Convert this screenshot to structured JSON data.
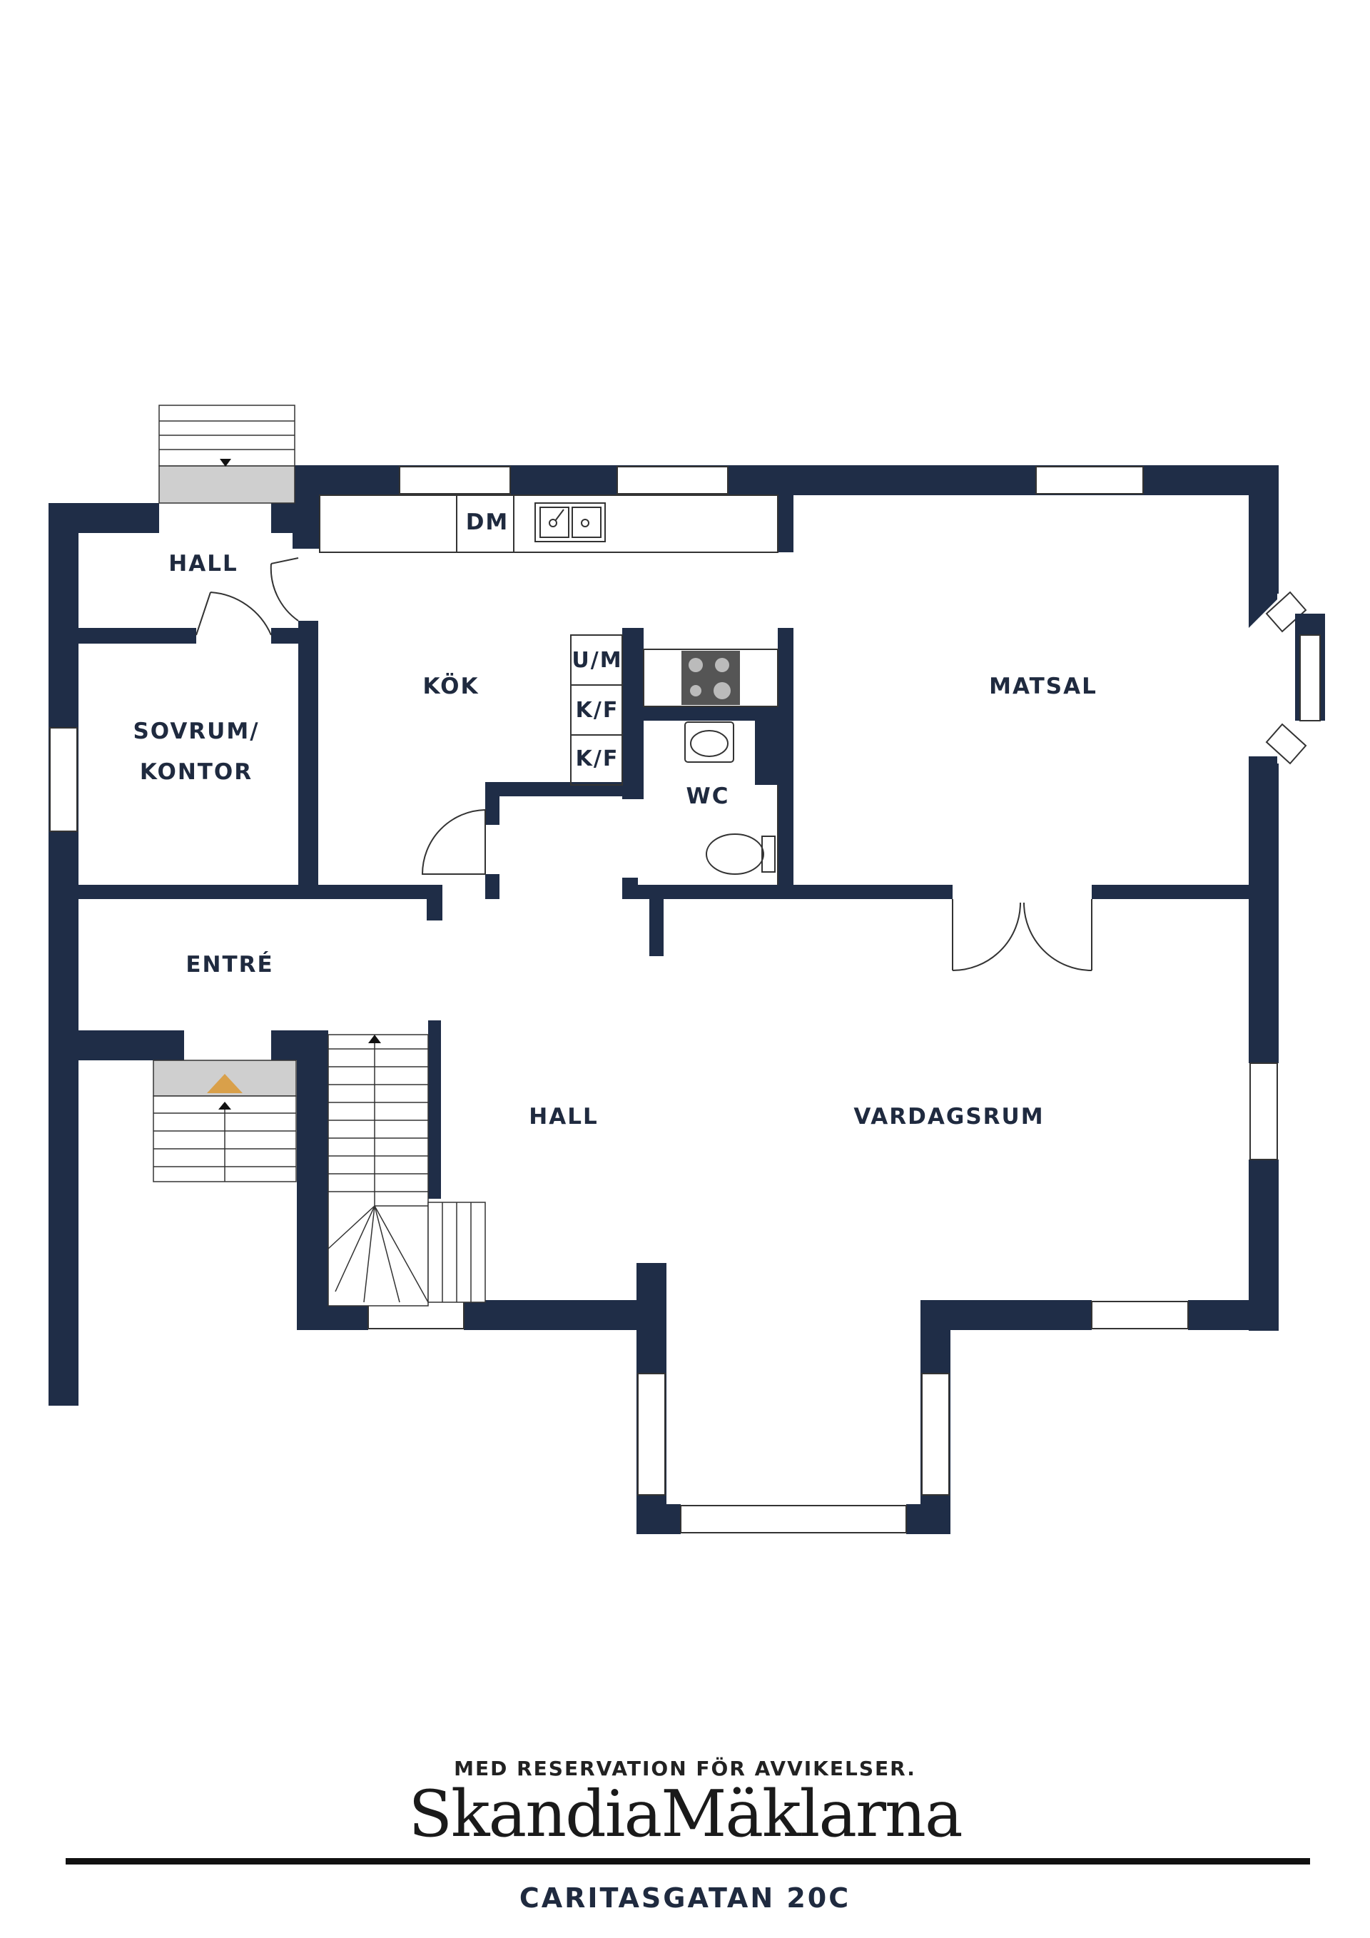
{
  "colors": {
    "wall": "#1f2d47",
    "line": "#333333",
    "marker": "#d9a04a",
    "shade": "#cfcfcf"
  },
  "rooms": {
    "hall_top": "HALL",
    "sovrum_line1": "SOVRUM/",
    "sovrum_line2": "KONTOR",
    "kok": "KÖK",
    "matsal": "MATSAL",
    "wc": "WC",
    "entre": "ENTRÉ",
    "hall_main": "HALL",
    "vardagsrum": "VARDAGSRUM"
  },
  "fixtures": {
    "dm": "DM",
    "um": "U/M",
    "kf1": "K/F",
    "kf2": "K/F"
  },
  "footer": {
    "note": "MED RESERVATION FÖR AVVIKELSER.",
    "brand": "SkandiaMäklarna",
    "address": "CARITASGATAN 20C"
  }
}
